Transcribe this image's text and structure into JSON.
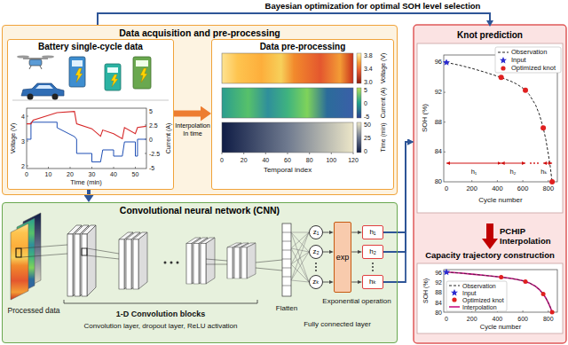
{
  "diagram": {
    "nodes": [
      {
        "text": [
          "Data acquisition and pre-processing"
        ]
      },
      {
        "text": [
          "Battery single-cycle data"
        ],
        "in": 0
      },
      {
        "text": [
          "Data pre-processing"
        ],
        "in": 0
      },
      {
        "text": [
          "Convolutional neural network (CNN)"
        ]
      },
      {
        "text": [
          "z₁"
        ],
        "in": 3
      },
      {
        "text": [
          "z₂"
        ],
        "in": 3
      },
      {
        "text": [
          "zₖ"
        ],
        "in": 3
      },
      {
        "text": [
          "exp"
        ],
        "in": 3
      },
      {
        "text": [
          "h₁"
        ],
        "in": 3
      },
      {
        "text": [
          "h₂"
        ],
        "in": 3
      },
      {
        "text": [
          "hₖ"
        ],
        "in": 3
      },
      {
        "text": [
          "Knot prediction"
        ]
      },
      {
        "text": [
          "Capacity trajectory construction"
        ]
      }
    ],
    "edges": [
      {
        "from": 0,
        "to": 11,
        "arrow": "to",
        "label": "Bayesian optimization for optimal SOH level selection"
      },
      {
        "from": 1,
        "to": 2,
        "arrow": "to",
        "label": "Interpolation In time"
      },
      {
        "from": 1,
        "to": 3,
        "arrow": "to"
      },
      {
        "from": 4,
        "to": 7,
        "arrow": "to"
      },
      {
        "from": 5,
        "to": 7,
        "arrow": "to"
      },
      {
        "from": 6,
        "to": 7,
        "arrow": "to"
      },
      {
        "from": 7,
        "to": 8,
        "arrow": "to"
      },
      {
        "from": 7,
        "to": 9,
        "arrow": "to"
      },
      {
        "from": 7,
        "to": 10,
        "arrow": "to"
      },
      {
        "from": 8,
        "to": 11,
        "arrow": "to"
      },
      {
        "from": 9,
        "to": 11,
        "arrow": "to"
      },
      {
        "from": 10,
        "to": 11,
        "arrow": "to"
      },
      {
        "from": 11,
        "to": 12,
        "arrow": "to",
        "label": "PCHIP Interpolation"
      }
    ],
    "labels": [
      "Voltage (V)",
      "4",
      "3",
      "2",
      "5",
      "2.5",
      "0",
      "-2.5",
      "-5",
      "Current (A)",
      "0",
      "10",
      "20",
      "30",
      "40",
      "50",
      "Time (min)",
      "3.8",
      "3.4",
      "3.0",
      "Voltage (V)",
      "5",
      "0",
      "-5",
      "Current (A)",
      "50",
      "25",
      "0",
      "Time (min)",
      "0",
      "20",
      "40",
      "60",
      "80",
      "100",
      "120",
      "Temporal index",
      "Processed data",
      "1-D Convolution blocks",
      "Convolution layer, dropout layer, ReLU activation",
      "Flatten",
      "Exponential operation",
      "Fully connected layer",
      "SOH (%)",
      "96",
      "92",
      "88",
      "84",
      "80",
      "0",
      "200",
      "400",
      "600",
      "800",
      "Cycle number",
      "h₁",
      "h₂",
      "hₖ",
      "SOH (%)",
      "96",
      "92",
      "88",
      "84",
      "80",
      "0",
      "200",
      "400",
      "600",
      "800",
      "Cycle number"
    ],
    "legend": [
      {
        "text": "Observation"
      },
      {
        "text": "Input"
      },
      {
        "text": "Optimized knot"
      },
      {
        "text": "Observation"
      },
      {
        "text": "Input"
      },
      {
        "text": "Optimized knot"
      },
      {
        "text": "Interpolation"
      }
    ]
  }
}
